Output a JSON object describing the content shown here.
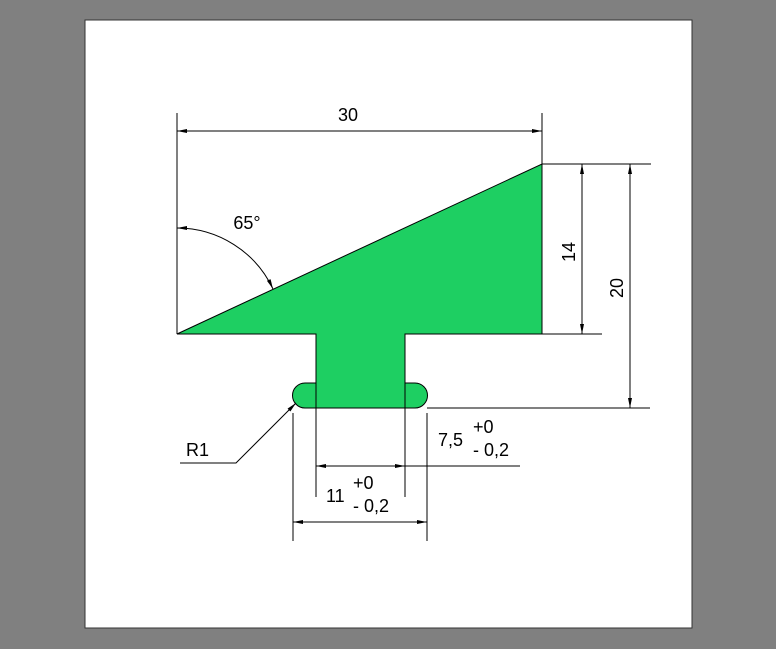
{
  "drawing": {
    "fill_color": "#1ecf62",
    "dimensions": {
      "width": "30",
      "angle": "65°",
      "height_top": "14",
      "height_total": "20",
      "radius": "R1",
      "stem_width": {
        "value": "7,5",
        "upper_tol": "+0",
        "lower_tol": "- 0,2"
      },
      "flange_width": {
        "value": "11",
        "upper_tol": "+0",
        "lower_tol": "- 0,2"
      }
    }
  }
}
